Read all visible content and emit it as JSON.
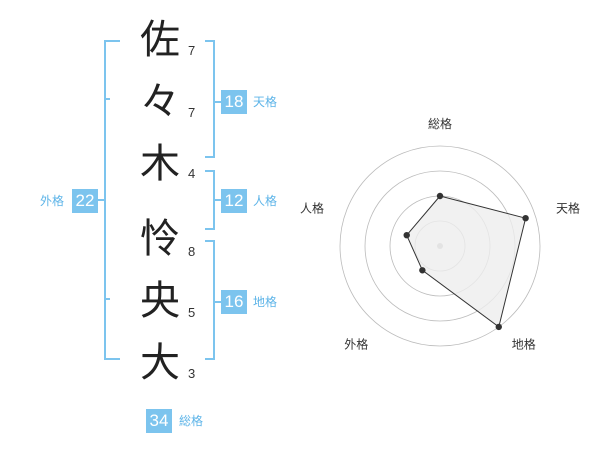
{
  "name_chars": [
    {
      "char": "佐",
      "strokes": "7"
    },
    {
      "char": "々",
      "strokes": "7"
    },
    {
      "char": "木",
      "strokes": "4"
    },
    {
      "char": "怜",
      "strokes": "8"
    },
    {
      "char": "央",
      "strokes": "5"
    },
    {
      "char": "大",
      "strokes": "3"
    }
  ],
  "kaku": {
    "tenkaku": {
      "value": "18",
      "label": "天格"
    },
    "jinkaku": {
      "value": "12",
      "label": "人格"
    },
    "chikaku": {
      "value": "16",
      "label": "地格"
    },
    "gaikaku": {
      "value": "22",
      "label": "外格"
    },
    "soukaku": {
      "value": "34",
      "label": "総格"
    }
  },
  "colors": {
    "accent": "#7cc4ee",
    "accent_text": "#5db4e8",
    "radar_fill": "#eeeeee",
    "radar_stroke": "#333333"
  },
  "chart_data": {
    "type": "radar",
    "axes": [
      "総格",
      "天格",
      "地格",
      "外格",
      "人格"
    ],
    "values": [
      0.5,
      0.9,
      1.0,
      0.3,
      0.35
    ],
    "rings": 4,
    "range": [
      0,
      1
    ]
  }
}
